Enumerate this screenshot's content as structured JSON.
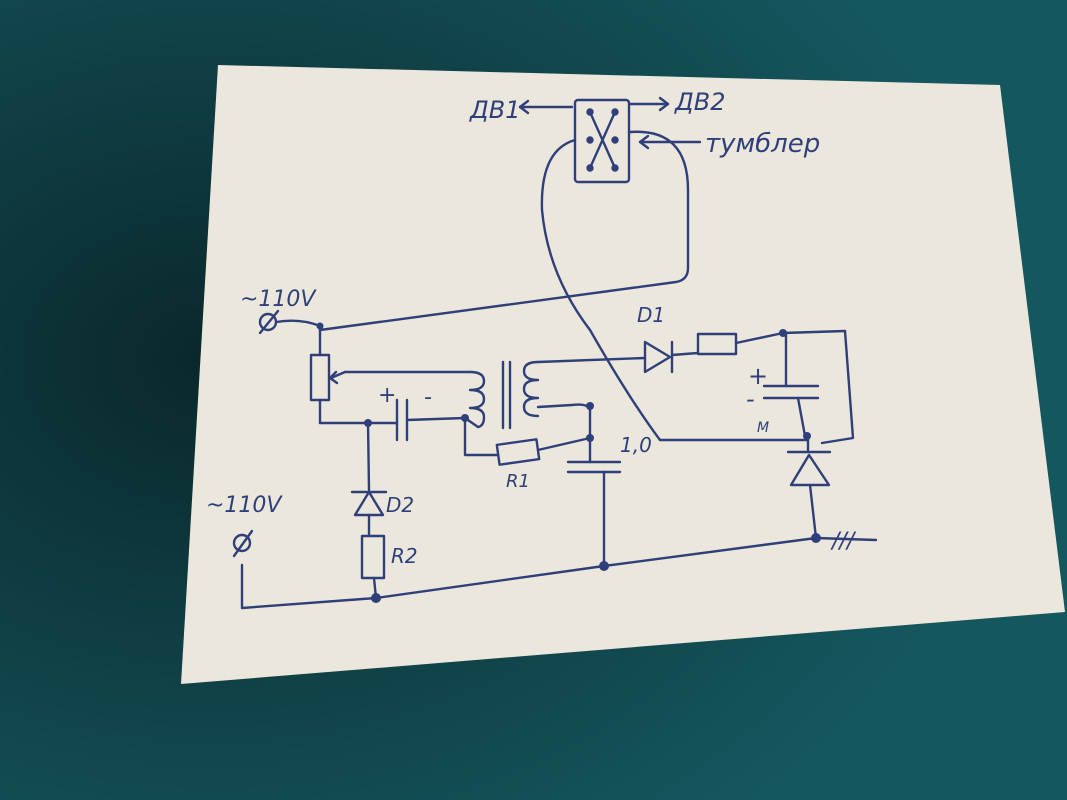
{
  "colors": {
    "background": "#15575f",
    "paper": "#ece7dc",
    "ink": "#2e3f7a"
  },
  "labels": {
    "motor1": "ДВ1",
    "motor2": "ДВ2",
    "toggle": "тумблер",
    "mains_top": "~110V",
    "mains_bottom": "~110V",
    "diode1": "D1",
    "diode2": "D2",
    "resistor1": "R1",
    "resistor2": "R2",
    "cap_plus": "+",
    "cap_minus": "-",
    "cap_value": "1,0",
    "electrolytic_plus": "+",
    "electrolytic_minus": "-",
    "node_m": "M",
    "ground_mark": "///"
  }
}
